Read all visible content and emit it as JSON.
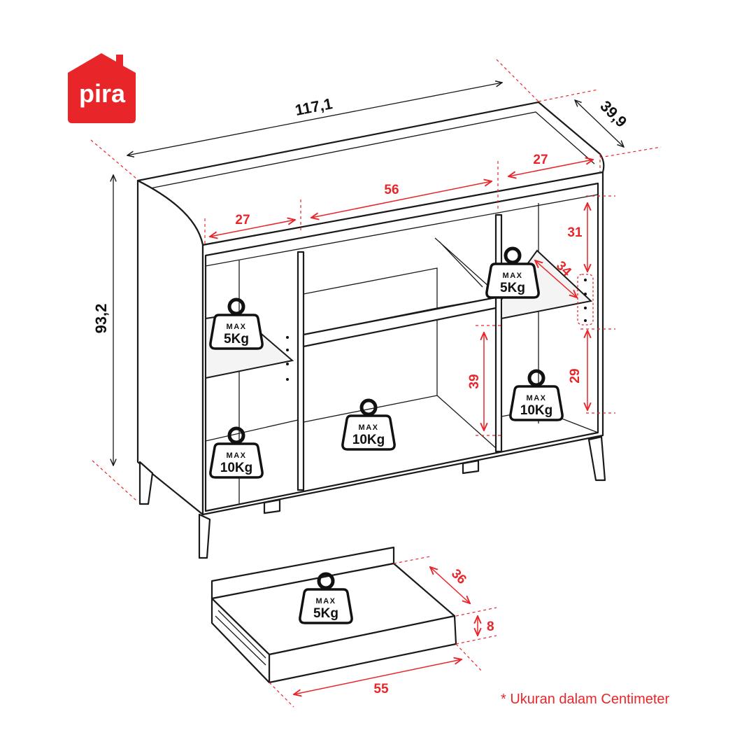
{
  "logo": {
    "text": "pira",
    "color": "#e8262a"
  },
  "dimensions": {
    "width": "117,1",
    "depth": "39,9",
    "height": "93,2",
    "top_left_compartment": "27",
    "top_center_compartment": "56",
    "top_right_compartment": "27",
    "right_upper_height": "31",
    "right_shelf_depth": "34",
    "right_lower_height": "29",
    "center_lower_height": "39",
    "drawer_depth": "36",
    "drawer_height": "8",
    "drawer_width": "55"
  },
  "weights": {
    "max_label": "MAX",
    "left_upper": "5Kg",
    "right_upper": "5Kg",
    "drawer": "5Kg",
    "left_lower": "10Kg",
    "center": "10Kg",
    "right_lower": "10Kg"
  },
  "footnote": "* Ukuran dalam Centimeter",
  "colors": {
    "accent": "#e8262a",
    "line": "#1a1a1a"
  }
}
